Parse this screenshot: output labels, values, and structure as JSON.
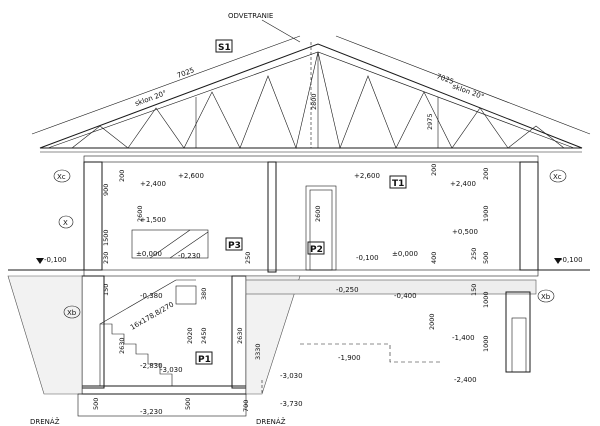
{
  "drawing": {
    "vent_label": "ODVETRANIE",
    "rafter_length": "7025",
    "slope": "sklon 20°",
    "room_tags": [
      "S1",
      "T1",
      "P3",
      "P2",
      "P1"
    ],
    "axis_tags": [
      "Xc",
      "Xc",
      "X",
      "Xb",
      "Xb"
    ],
    "dims_vertical": [
      "2800",
      "2975",
      "900",
      "1500",
      "2600",
      "2600",
      "1900",
      "200",
      "200",
      "200",
      "230",
      "250",
      "400",
      "250",
      "500",
      "150",
      "380",
      "2020",
      "2450",
      "2630",
      "2630",
      "3330",
      "1000",
      "2000",
      "1000",
      "150",
      "500",
      "500",
      "700"
    ],
    "stair": "16x178,8/270",
    "drain": "DRENÁŽ"
  },
  "levels": {
    "left_ground": "-0,100",
    "right_ground": "-0,100",
    "floor_zero_left": "±0,000",
    "floor_zero_right": "±0,000",
    "plus_2600_left": "+2,600",
    "plus_2600_center": "+2,600",
    "plus_2400_left": "+2,400",
    "plus_2400_right": "+2,400",
    "plus_1500": "+1,500",
    "plus_0500": "+0,500",
    "minus_0230": "-0,230",
    "minus_0100_center": "-0,100",
    "minus_0250": "-0,250",
    "minus_0400": "-0,400",
    "minus_0380": "-0,380",
    "minus_1400": "-1,400",
    "minus_1900": "-1,900",
    "minus_2400": "-2,400",
    "minus_2830": "-2,830",
    "minus_3030": "-3,030",
    "minus_3030_out": "-3,030",
    "minus_3230": "-3,230",
    "minus_3730": "-3,730"
  }
}
